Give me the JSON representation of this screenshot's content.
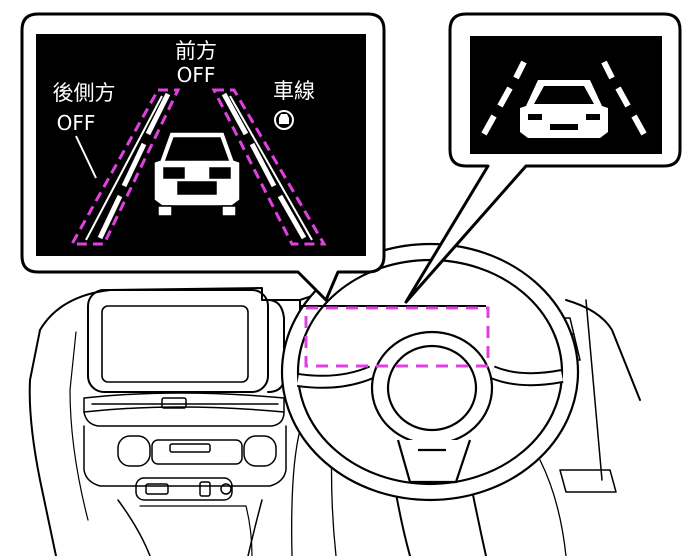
{
  "callout_left": {
    "label_front": "前方",
    "label_front_status": "OFF",
    "label_rear_side": "後側方",
    "label_rear_side_status": "OFF",
    "label_lane": "車線"
  },
  "colors": {
    "highlight": "#e040e0",
    "screen": "#000000",
    "line_art": "#000000",
    "background": "#ffffff"
  },
  "icons": [
    "car-icon",
    "lane-marking-icon",
    "lane-assist-icon",
    "steering-wheel-icon"
  ]
}
